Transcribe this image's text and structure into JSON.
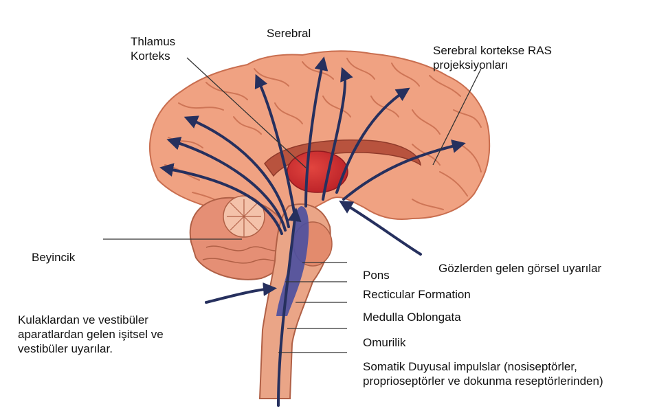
{
  "labels": {
    "thalamus": [
      "Thlamus",
      "Korteks"
    ],
    "cerebral": "Serebral",
    "ras": [
      "Serebral kortekse RAS",
      "projeksiyonları"
    ],
    "cerebellum": "Beyincik",
    "eyes": "Gözlerden gelen görsel uyarılar",
    "pons": "Pons",
    "reticular": "Recticular Formation",
    "medulla": "Medulla Oblongata",
    "spinal": "Omurilik",
    "ears": [
      "Kulaklardan ve vestibüler",
      "aparatlardan gelen işitsel ve",
      "vestibüler uyarılar."
    ],
    "somatic": [
      "Somatik Duyusal impulslar (nosiseptörler,",
      "proprioseptörler ve dokunma reseptörlerinden)"
    ]
  },
  "colors": {
    "cortex": "#f0a282",
    "cortex_fold": "#c96e4f",
    "thalamus": "#c8242b",
    "arrow": "#26305e",
    "pathway": "#4a4fa0",
    "leader": "#333333"
  }
}
